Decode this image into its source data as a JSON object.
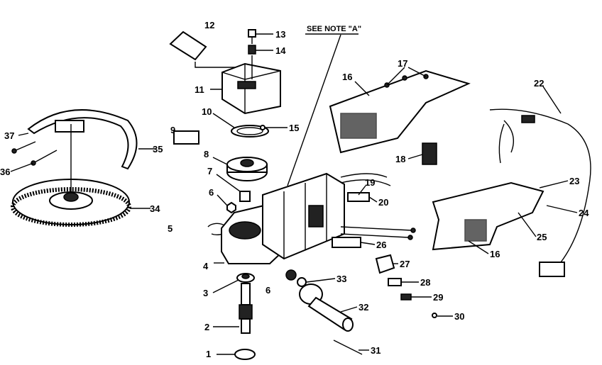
{
  "note": "SEE NOTE \"A\"",
  "labels": [
    "1",
    "2",
    "3",
    "4",
    "5",
    "6",
    "7",
    "8",
    "9",
    "10",
    "11",
    "12",
    "13",
    "14",
    "15",
    "16",
    "17",
    "18",
    "19",
    "20",
    "22",
    "23",
    "24",
    "25",
    "26",
    "27",
    "28",
    "29",
    "30",
    "31",
    "32",
    "33",
    "34",
    "35",
    "36",
    "37"
  ]
}
